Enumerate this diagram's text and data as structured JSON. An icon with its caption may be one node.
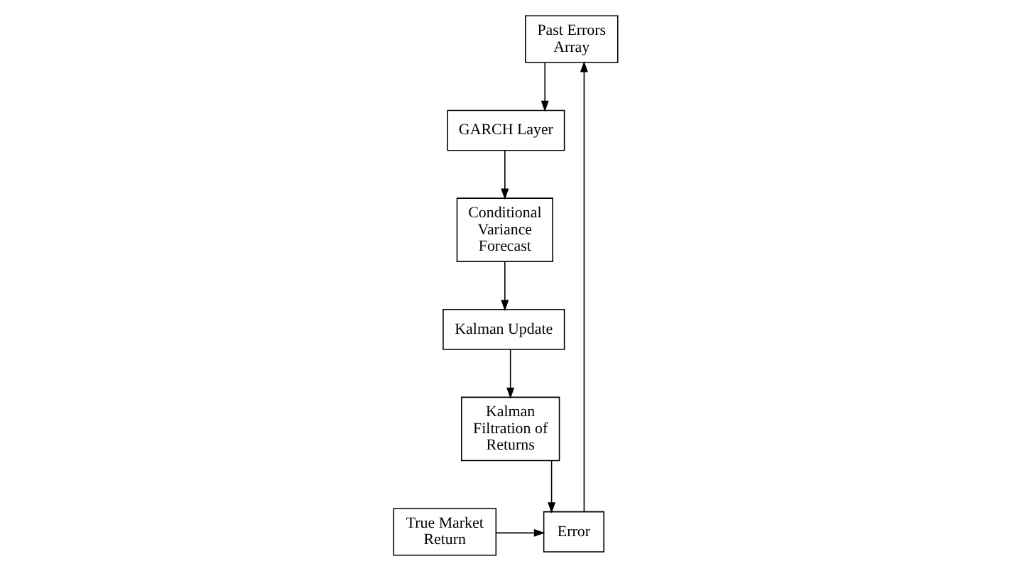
{
  "diagram": {
    "nodes": [
      {
        "text": [
          "Past Errors Array"
        ]
      },
      {
        "text": [
          "Error"
        ]
      },
      {
        "text": [
          "True Market Return"
        ]
      },
      {
        "text": [
          "GARCH Layer"
        ]
      },
      {
        "text": [
          "Kalman Filtration of Returns"
        ]
      },
      {
        "text": [
          "Kalman Update"
        ]
      },
      {
        "text": [
          "Conditional Variance Forecast"
        ]
      }
    ],
    "edges": [
      {
        "from": 1,
        "to": 0,
        "arrow": "to"
      },
      {
        "from": 0,
        "to": 3,
        "arrow": "to"
      },
      {
        "from": 3,
        "to": 6,
        "arrow": "to"
      },
      {
        "from": 6,
        "to": 5,
        "arrow": "to"
      },
      {
        "from": 5,
        "to": 4,
        "arrow": "to"
      },
      {
        "from": 4,
        "to": 1,
        "arrow": "to"
      },
      {
        "from": 2,
        "to": 1,
        "arrow": "to"
      }
    ]
  }
}
